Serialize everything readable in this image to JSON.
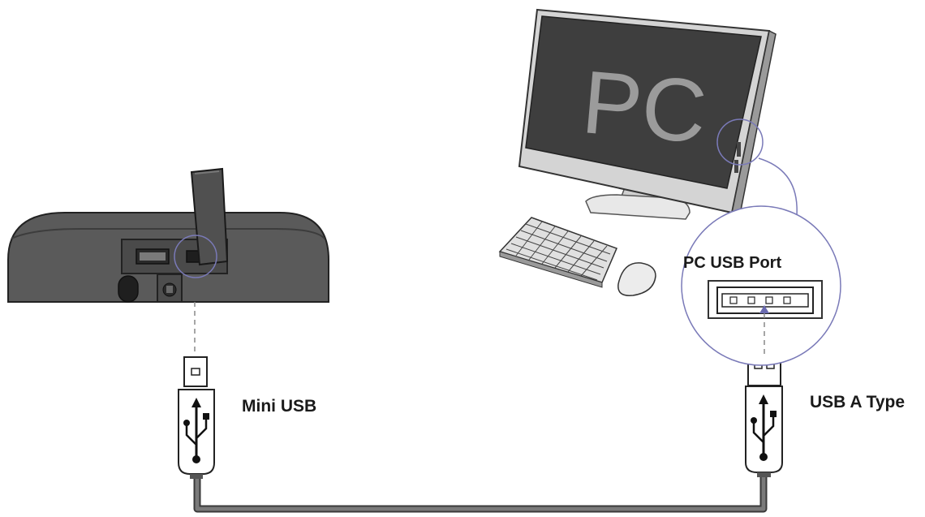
{
  "monitor": {
    "screen_text": "PC"
  },
  "labels": {
    "pc_usb_port": "PC USB Port",
    "mini_usb": "Mini USB",
    "usb_a_type": "USB A Type"
  },
  "colors": {
    "accent_line": "#7a7ab8",
    "device_body": "#5a5a5a",
    "screen": "#3e3e3e",
    "cable": "#5b5b5b"
  },
  "icons": [
    "usb-symbol-icon",
    "usb-symbol-icon"
  ]
}
